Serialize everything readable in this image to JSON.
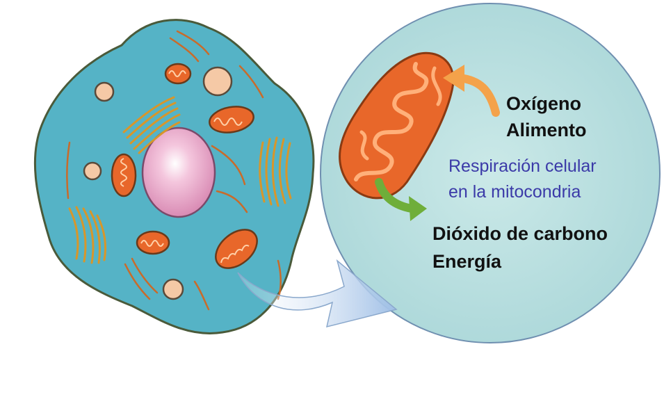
{
  "inputs": {
    "oxygen": "Oxígeno",
    "food": "Alimento"
  },
  "process": {
    "line1": "Respiración celular",
    "line2": "en la mitocondria"
  },
  "outputs": {
    "co2": "Dióxido de carbono",
    "energy": "Energía"
  },
  "colors": {
    "cytoplasm": "#55b3c6",
    "cell_outline": "#4a5a3a",
    "nucleus": "#e8a8c8",
    "mitochondria": "#e8672a",
    "golgi": "#d8962a",
    "vesicle": "#f5c9a6",
    "zoom_circle": "#b9dfe0",
    "zoom_arrow": "#a9c6e6",
    "input_arrow": "#f4a24a",
    "output_arrow": "#6fae3a",
    "process_text": "#3b3aa8"
  }
}
